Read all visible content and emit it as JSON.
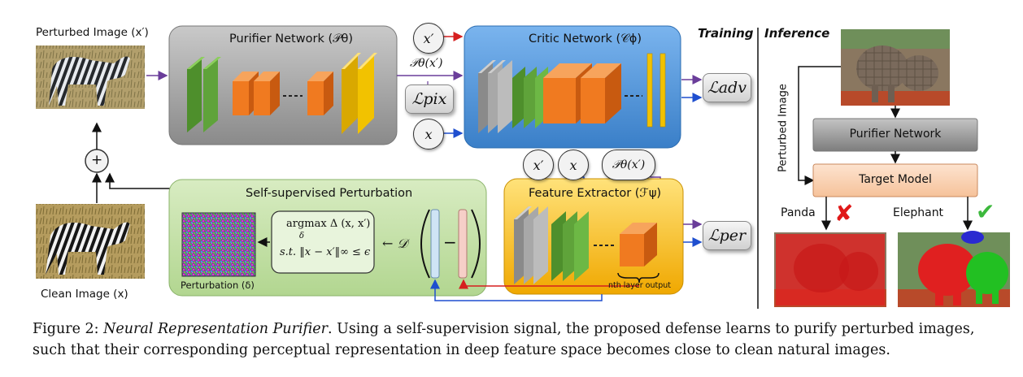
{
  "figure": {
    "perturbed_image_label": "Perturbed Image (x′)",
    "clean_image_label": "Clean Image (x)",
    "purifier_network_title": "Purifier Network (𝒫θ)",
    "critic_network_title": "Critic Network (𝒞ϕ)",
    "feature_extractor_title": "Feature Extractor (ℱψ)",
    "self_supervised_title": "Self-supervised Perturbation",
    "perturbation_label": "Perturbation (δ)",
    "argmax_line1": "argmax Δ (x, x′)",
    "argmax_line2": "δ",
    "argmax_line3": "s.t. ‖x − x′‖∞  ≤  ϵ",
    "d_label": "← 𝒟",
    "minus_label": "−",
    "nth_layer_label": "nth layer output",
    "plus_label": "+",
    "x_prime": "x′",
    "x": "x",
    "p_theta_x_prime": "𝒫θ(x′)",
    "loss_pix": "ℒpix",
    "loss_adv": "ℒadv",
    "loss_per": "ℒper"
  },
  "inference": {
    "training_label": "Training",
    "inference_label": "Inference",
    "perturbed_image_vertical": "Perturbed Image",
    "purifier_network": "Purifier Network",
    "target_model": "Target Model",
    "panda_label": "Panda",
    "elephant_label": "Elephant",
    "wrong_mark": "✘",
    "correct_mark": "✔"
  },
  "caption": {
    "prefix": "Figure 2:",
    "title": "Neural Representation Purifier",
    "text": ". Using a self-supervision signal, the proposed defense learns to purify perturbed images, such that their corresponding perceptual representation in deep feature space becomes close to clean natural images."
  },
  "colors": {
    "purifier_bg": "#9d9d9d",
    "critic_bg": "#4a90d9",
    "feature_bg": "#f5b400",
    "self_sup_bg": "#c6e0a8",
    "layer_green": "#5fa33a",
    "layer_orange": "#f07a20",
    "layer_yellow": "#f2c200",
    "layer_gray": "#a8a8a8",
    "arrow_purple": "#6a3d9a",
    "arrow_blue": "#1f4fcf",
    "arrow_red": "#d61f1f"
  }
}
